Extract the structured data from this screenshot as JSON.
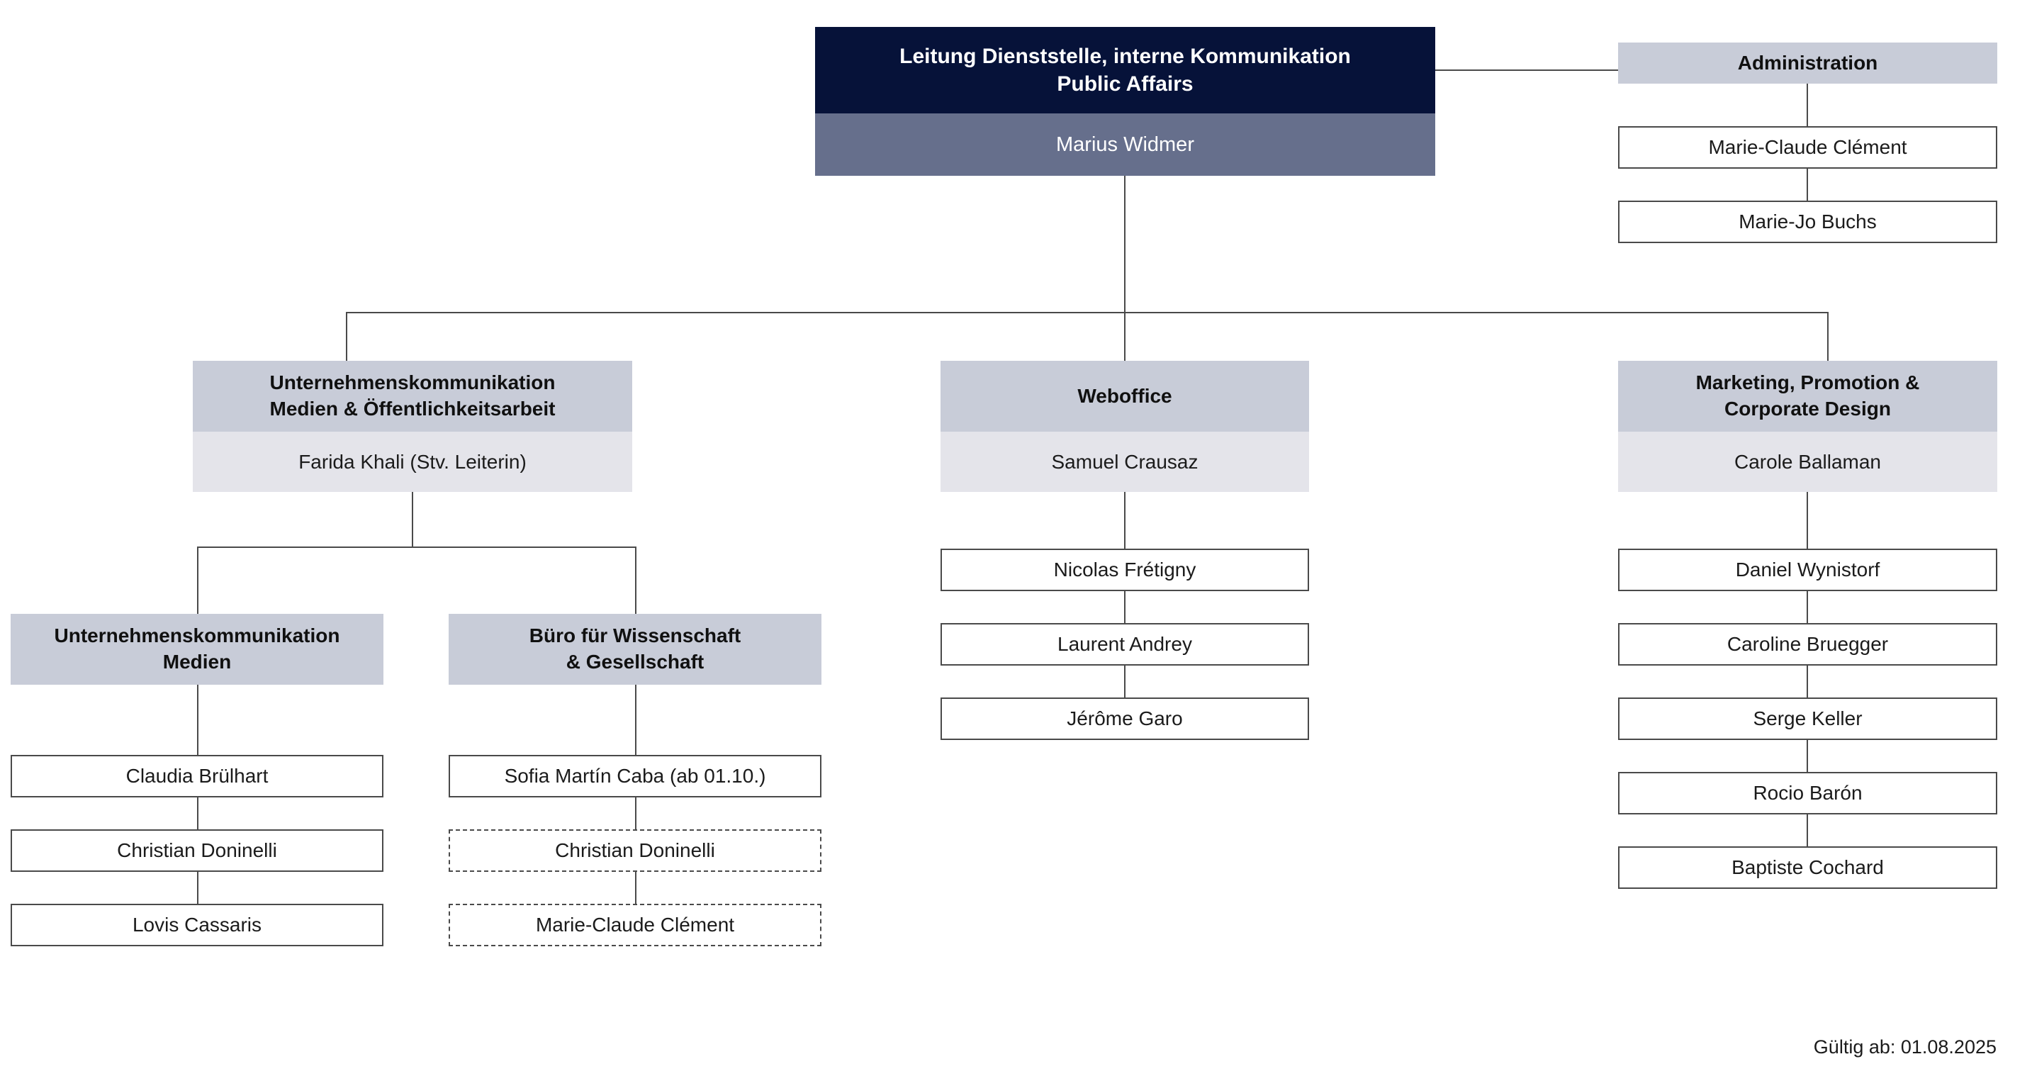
{
  "root": {
    "title_line1": "Leitung Dienststelle, interne Kommunikation",
    "title_line2": "Public Affairs",
    "name": "Marius Widmer"
  },
  "administration": {
    "title": "Administration",
    "people": [
      "Marie-Claude Clément",
      "Marie-Jo Buchs"
    ]
  },
  "departments": [
    {
      "title_line1": "Unternehmenskommunikation",
      "title_line2": "Medien & Öffentlichkeitsarbeit",
      "name": "Farida Khali (Stv. Leiterin)",
      "units": [
        {
          "title_line1": "Unternehmenskommunikation",
          "title_line2": "Medien",
          "people": [
            {
              "name": "Claudia Brülhart",
              "dashed": false
            },
            {
              "name": "Christian Doninelli",
              "dashed": false
            },
            {
              "name": "Lovis Cassaris",
              "dashed": false
            }
          ]
        },
        {
          "title_line1": "Büro für Wissenschaft",
          "title_line2": "& Gesellschaft",
          "people": [
            {
              "name": "Sofia Martín Caba (ab 01.10.)",
              "dashed": false
            },
            {
              "name": "Christian Doninelli",
              "dashed": true
            },
            {
              "name": "Marie-Claude Clément",
              "dashed": true
            }
          ]
        }
      ]
    },
    {
      "title_line1": "Weboffice",
      "title_line2": "",
      "name": "Samuel Crausaz",
      "people": [
        "Nicolas Frétigny",
        "Laurent Andrey",
        "Jérôme Garo"
      ]
    },
    {
      "title_line1": "Marketing, Promotion &",
      "title_line2": "Corporate Design",
      "name": "Carole Ballaman",
      "people": [
        "Daniel Wynistorf",
        "Caroline Bruegger",
        "Serge Keller",
        "Rocio Barón",
        "Baptiste Cochard"
      ]
    }
  ],
  "footer": {
    "validity": "Gültig ab: 01.08.2025"
  }
}
